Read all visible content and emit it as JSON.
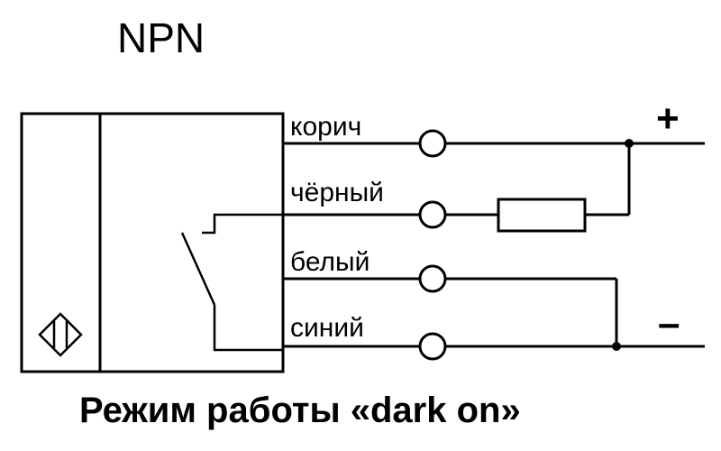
{
  "diagram": {
    "title": "NPN",
    "wires": [
      {
        "id": "brown",
        "label": "корич"
      },
      {
        "id": "black",
        "label": "чёрный"
      },
      {
        "id": "white",
        "label": "белый"
      },
      {
        "id": "blue",
        "label": "синий"
      }
    ],
    "polarity": {
      "plus": "+",
      "minus": "–"
    },
    "caption": "Режим работы «dark on»"
  }
}
